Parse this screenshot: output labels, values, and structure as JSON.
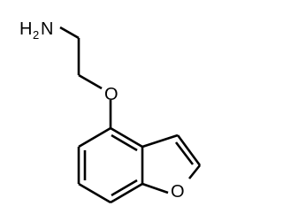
{
  "molecule": {
    "labels": {
      "amine_h": "H",
      "amine_sub": "2",
      "amine_n": "N",
      "ether_o": "O",
      "furan_o": "O"
    }
  },
  "colors": {
    "bond": "#000000",
    "text": "#000000",
    "background": "#ffffff"
  }
}
